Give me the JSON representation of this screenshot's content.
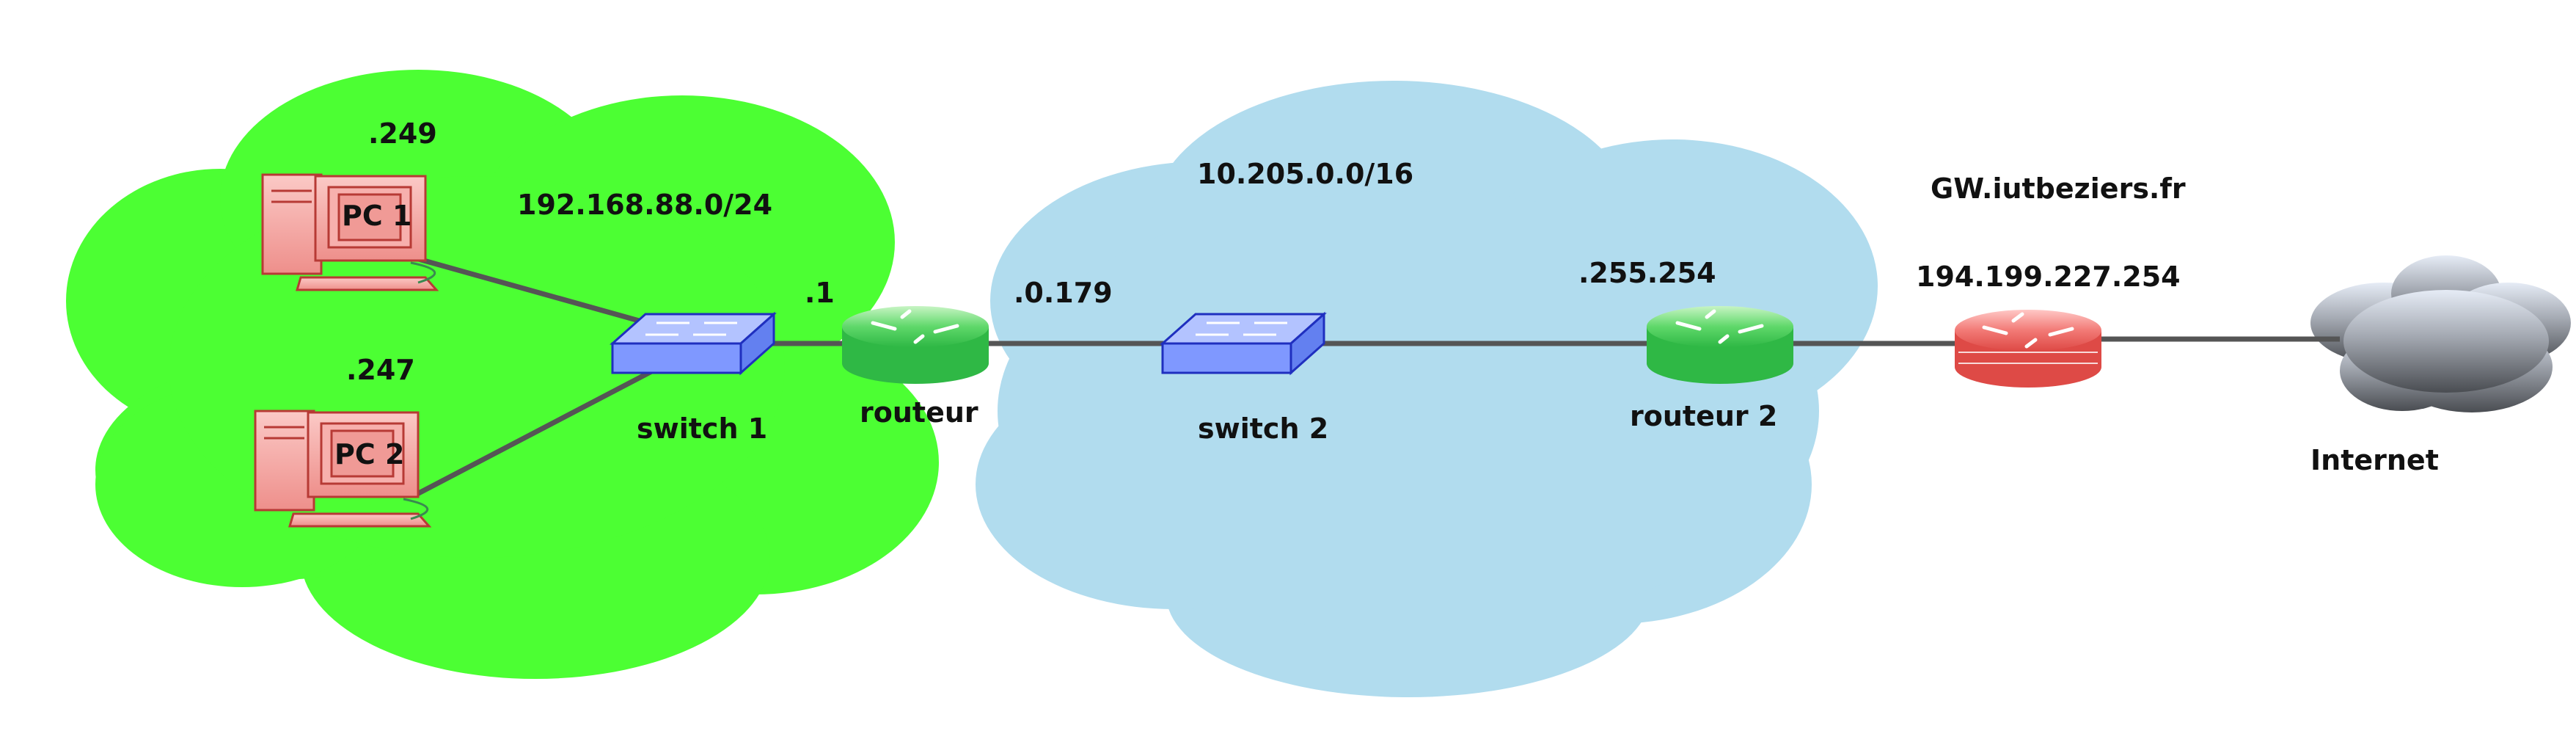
{
  "colors": {
    "lan_cloud": "#4cff33",
    "wan_cloud": "#b1dcee",
    "internet_cloud_top": "#dfe6f1",
    "internet_cloud_bottom": "#5a5d62",
    "pc": "#f4a3a0",
    "pc_stroke": "#b73a35",
    "switch": "#8ea8ff",
    "switch_stroke": "#1f2fbf",
    "router": "#48d85a",
    "gateway": "#f06a66",
    "link": "#555555"
  },
  "networks": {
    "lan": {
      "subnet": "192.168.88.0/24",
      "icon": "cloud"
    },
    "wan": {
      "subnet": "10.205.0.0/16",
      "icon": "cloud"
    },
    "internet": {
      "label": "Internet",
      "icon": "cloud"
    }
  },
  "nodes": {
    "pc1": {
      "label": "PC 1",
      "address": ".249",
      "icon": "computer-icon"
    },
    "pc2": {
      "label": "PC 2",
      "address": ".247",
      "icon": "computer-icon"
    },
    "switch1": {
      "label": "switch 1",
      "icon": "switch-icon"
    },
    "router1": {
      "label": "routeur",
      "address_lan": ".1",
      "address_wan": ".0.179",
      "icon": "router-icon"
    },
    "switch2": {
      "label": "switch 2",
      "icon": "switch-icon"
    },
    "router2": {
      "label": "routeur 2",
      "address": ".255.254",
      "icon": "router-icon"
    },
    "gateway": {
      "label": "GW.iutbeziers.fr",
      "address": "194.199.227.254",
      "icon": "firewall-router-icon"
    }
  },
  "links": [
    [
      "pc1",
      "switch1"
    ],
    [
      "pc2",
      "switch1"
    ],
    [
      "switch1",
      "router1"
    ],
    [
      "router1",
      "switch2"
    ],
    [
      "switch2",
      "router2"
    ],
    [
      "router2",
      "gateway"
    ],
    [
      "gateway",
      "internet"
    ]
  ]
}
